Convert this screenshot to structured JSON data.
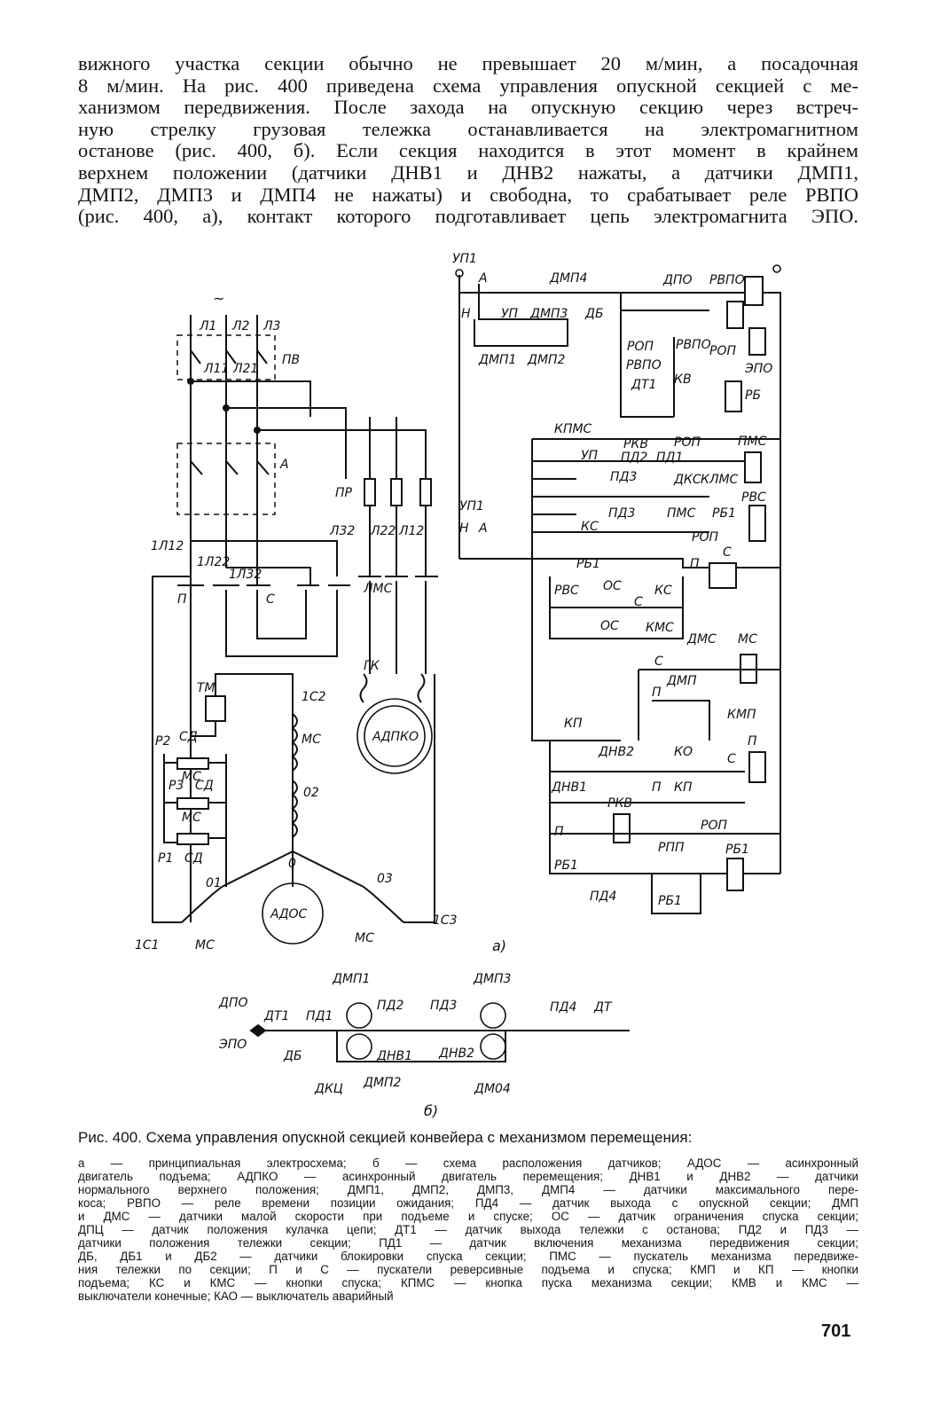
{
  "paragraph": {
    "lines": [
      "вижного участка секции обычно не превышает 20 м/мин, а посадочная",
      "8 м/мин. На рис. 400 приведена схема управления опускной секцией с ме-",
      "ханизмом передвижения. После захода на опускную секцию через встреч-",
      "ную стрелку грузовая тележка останавливается на электромагнитном",
      "останове (рис. 400, б). Если секция находится в этот момент в крайнем",
      "верхнем положении (датчики ДНВ1 и ДНВ2 нажаты, а датчики ДМП1,",
      "ДМП2, ДМП3 и ДМП4 не нажаты) и свободна, то срабатывает реле РВПО",
      "(рис. 400, а), контакт которого подготавливает цепь электромагнита ЭПО."
    ]
  },
  "figure": {
    "sublabel_a": "а)",
    "sublabel_b": "б)",
    "labels": {
      "up1_top": "УП1",
      "a": "А",
      "n": "Н",
      "up": "УП",
      "dmp4": "ДМП4",
      "dmp3": "ДМП3",
      "db": "ДБ",
      "dmp1": "ДМП1",
      "dmp2": "ДМП2",
      "dpo": "ДПО",
      "rvpo": "РВПО",
      "rop": "РОП",
      "epo": "ЭПО",
      "dt1": "ДТ1",
      "kv": "КВ",
      "rb": "РБ",
      "kpms": "КПМС",
      "rkv": "РКВ",
      "pms": "ПМС",
      "pd2": "ПД2",
      "pd1": "ПД1",
      "pd3": "ПД3",
      "dks": "ДКС",
      "klms": "КЛМС",
      "rvs": "РВС",
      "rb1": "РБ1",
      "ks": "КС",
      "up1_mid": "УП1",
      "p": "П",
      "s": "С",
      "os": "ОС",
      "kms": "КМС",
      "dms": "ДМС",
      "ms": "МС",
      "dmp": "ДМП",
      "kmp": "КМП",
      "kp": "КП",
      "dnv2": "ДНВ2",
      "ko": "КО",
      "dnv1": "ДНВ1",
      "rpp": "РПП",
      "pd4": "ПД4",
      "l1": "Л1",
      "l2": "Л2",
      "l3": "Л3",
      "pv": "ПВ",
      "l11": "Л11",
      "l21": "Л21",
      "pr": "ПР",
      "l32": "Л32",
      "l22": "Л22",
      "l12": "Л12",
      "1l12": "1Л12",
      "1l22": "1Л22",
      "1l32": "1Л32",
      "lms": "ЛМС",
      "gk": "ГК",
      "adpko": "АДПКО",
      "tm": "ТМ",
      "1c2": "1С2",
      "p2": "Р2",
      "p3": "Р3",
      "p1": "Р1",
      "sd": "СД",
      "o2": "02",
      "o": "0",
      "o1": "01",
      "o3": "03",
      "ados": "АДОС",
      "1c1": "1С1",
      "1c3": "1С3",
      "tilde": "~",
      "dko": "ДПО",
      "dt1b": "ДТ1",
      "pd1b": "ПД1",
      "dmp1b": "ДМП1",
      "pd2b": "ПД2",
      "pd3b": "ПД3",
      "dmp3b": "ДМП3",
      "pd4b": "ПД4",
      "dt": "ДТ",
      "epob": "ЭПО",
      "dbb": "ДБ",
      "dnv1b": "ДНВ1",
      "dnv2b": "ДНВ2",
      "dkc": "ДКЦ",
      "dmp2b": "ДМП2",
      "dm04": "ДМ04"
    }
  },
  "caption": "Рис. 400. Схема управления опускной секцией конвейера с механизмом перемещения:",
  "legend": {
    "lines": [
      "а — принципиальная электросхема; б — схема расположения датчиков; АДОС — асинхронный",
      "двигатель подъема; АДПКО — асинхронный двигатель перемещения; ДНВ1 и ДНВ2 — датчики",
      "нормального верхнего положения; ДМП1, ДМП2, ДМП3, ДМП4 — датчики максимального пере-",
      "коса; РВПО — реле времени позиции ожидания; ПД4 — датчик выхода с опускной секции; ДМП",
      "и ДМС — датчики малой скорости при подъеме и спуске; ОС — датчик ограничения спуска секции;",
      "ДПЦ — датчик положения кулачка цепи; ДТ1 — датчик выхода тележки с останова; ПД2 и ПД3 —",
      "датчики положения тележки секции; ПД1 — датчик включения механизма передвижения секции;",
      "ДБ, ДБ1 и ДБ2 — датчики блокировки спуска секции; ПМС — пускатель механизма передвиже-",
      "ния тележки по секции; П и С — пускатели реверсивные подъема и спуска; КМП и КП — кнопки",
      "подъема; КС и КМС — кнопки спуска; КПМС — кнопка пуска механизма секции; КМВ и КМС —",
      "выключатели конечные; КАО — выключатель аварийный"
    ]
  },
  "page_number": "701"
}
